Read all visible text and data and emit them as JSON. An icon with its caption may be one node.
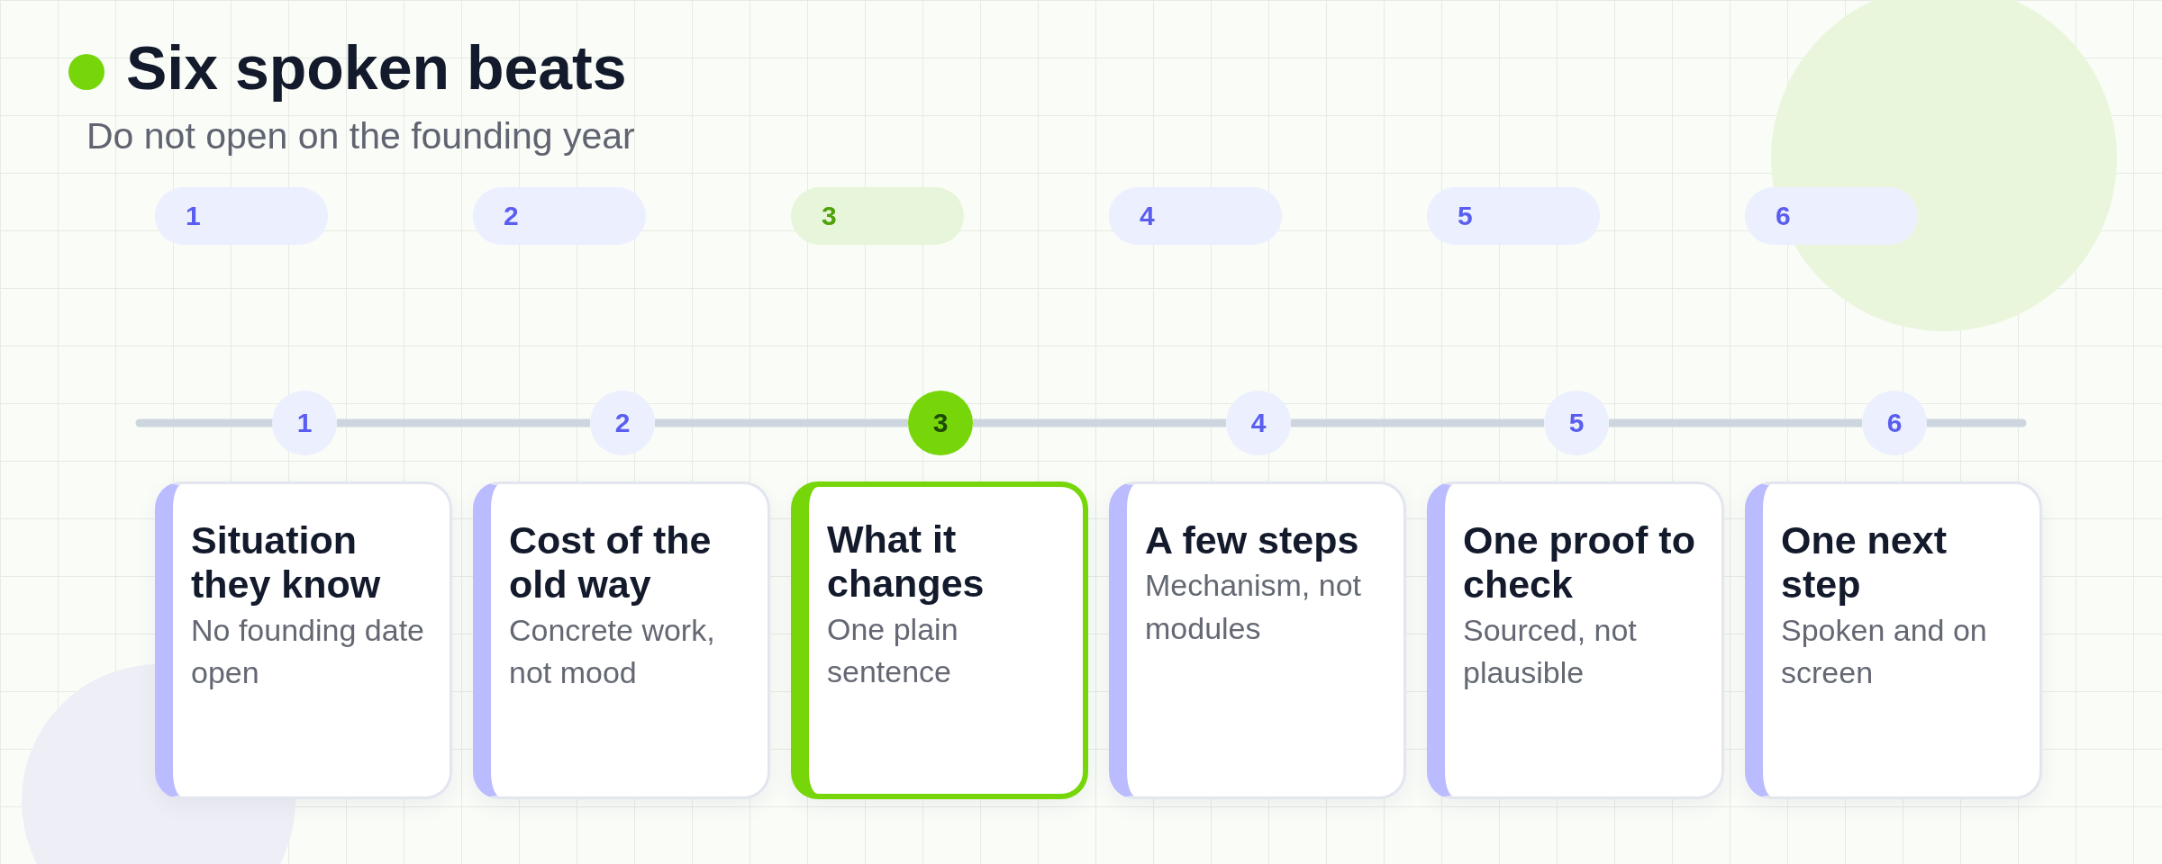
{
  "diagram": {
    "title": "Six spoken beats",
    "caption": "Do not open on the founding year",
    "nodes": [
      {
        "text": [
          "1"
        ]
      },
      {
        "text": [
          "2"
        ]
      },
      {
        "text": [
          "3"
        ]
      },
      {
        "text": [
          "4"
        ]
      },
      {
        "text": [
          "5"
        ]
      },
      {
        "text": [
          "6"
        ]
      },
      {
        "text": [
          "1"
        ]
      },
      {
        "text": [
          "2"
        ]
      },
      {
        "text": [
          "3"
        ]
      },
      {
        "text": [
          "4"
        ]
      },
      {
        "text": [
          "5"
        ]
      },
      {
        "text": [
          "6"
        ]
      },
      {
        "text": [
          "Situation they know",
          "No founding date open"
        ]
      },
      {
        "text": [
          "Cost of the old way",
          "Concrete work, not mood"
        ]
      },
      {
        "text": [
          "What it changes",
          "One plain sentence"
        ]
      },
      {
        "text": [
          "A few steps",
          "Mechanism, not modules"
        ]
      },
      {
        "text": [
          "One proof to check",
          "Sourced, not plausible"
        ]
      },
      {
        "text": [
          "One next step",
          "Spoken and on screen"
        ]
      }
    ],
    "edges": [
      {
        "from": 6,
        "to": 7,
        "arrow": "none"
      },
      {
        "from": 7,
        "to": 8,
        "arrow": "none"
      },
      {
        "from": 8,
        "to": 9,
        "arrow": "none"
      },
      {
        "from": 9,
        "to": 10,
        "arrow": "none"
      },
      {
        "from": 10,
        "to": 11,
        "arrow": "none"
      }
    ]
  }
}
